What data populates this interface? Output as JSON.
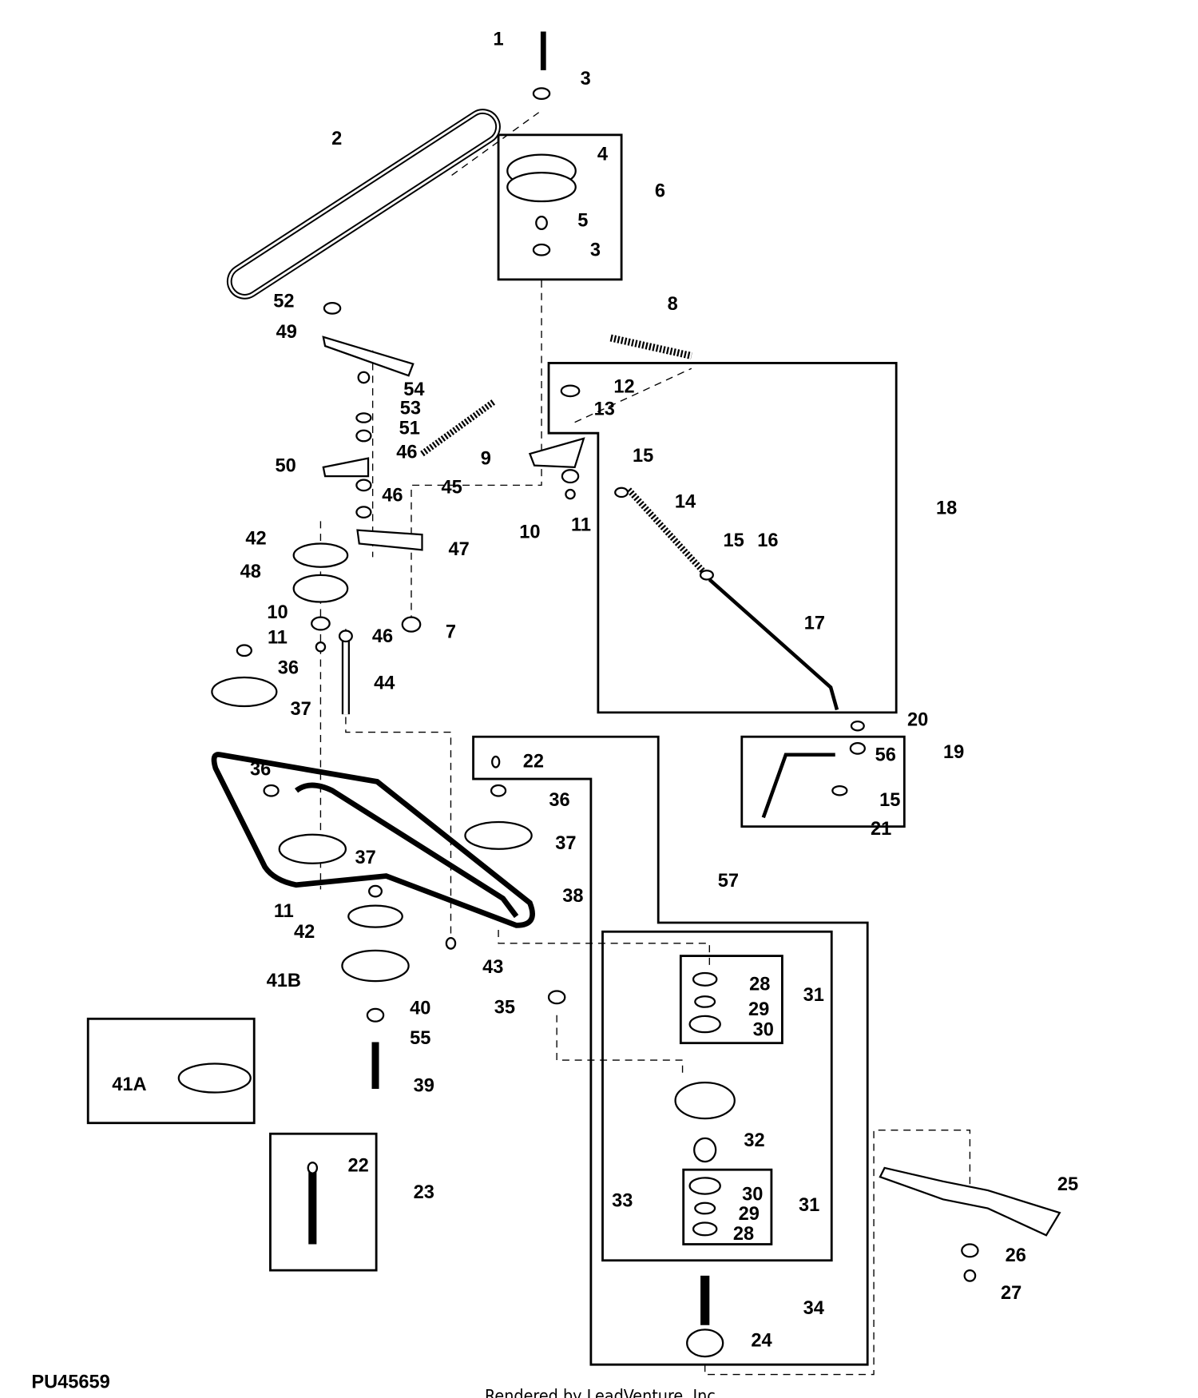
{
  "diagram_id": "PU45659",
  "footer": "Rendered by LeadVenture, Inc.",
  "callouts": [
    "1",
    "3",
    "2",
    "4",
    "6",
    "5",
    "3",
    "52",
    "8",
    "49",
    "12",
    "54",
    "53",
    "13",
    "51",
    "46",
    "9",
    "15",
    "50",
    "45",
    "46",
    "14",
    "18",
    "10",
    "11",
    "15",
    "16",
    "42",
    "47",
    "48",
    "10",
    "17",
    "7",
    "11",
    "46",
    "36",
    "44",
    "37",
    "20",
    "22",
    "56",
    "19",
    "36",
    "36",
    "15",
    "21",
    "37",
    "37",
    "57",
    "38",
    "11",
    "42",
    "43",
    "41B",
    "28",
    "35",
    "31",
    "29",
    "30",
    "40",
    "55",
    "41A",
    "39",
    "32",
    "22",
    "25",
    "23",
    "30",
    "33",
    "31",
    "29",
    "28",
    "26",
    "27",
    "34",
    "24"
  ]
}
